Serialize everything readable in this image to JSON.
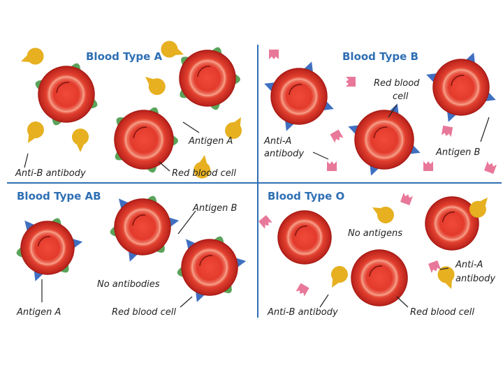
{
  "colors": {
    "divider": "#2f6fb3",
    "title": "#2f6fb3",
    "cell_rim": "#c7281e",
    "cell_center": "#e63a2e",
    "cell_ring": "#f08a78",
    "antigen_a": "#5aa35a",
    "antigen_b": "#3f6fc0",
    "anti_b_antibody": "#e6b020",
    "anti_a_antibody": "#e8789a"
  },
  "panels": {
    "a": {
      "title": "Blood Type A",
      "labels": {
        "antigen": "Antigen A",
        "antibody": "Anti-B antibody",
        "cell": "Red blood cell"
      }
    },
    "b": {
      "title": "Blood Type B",
      "labels": {
        "cell_1": "Red blood",
        "cell_2": "cell",
        "antibody_1": "Anti-A",
        "antibody_2": "antibody",
        "antigen": "Antigen B"
      }
    },
    "ab": {
      "title": "Blood Type AB",
      "labels": {
        "antigen_b": "Antigen B",
        "none": "No antibodies",
        "antigen_a": "Antigen A",
        "cell": "Red blood cell"
      }
    },
    "o": {
      "title": "Blood Type O",
      "labels": {
        "none": "No antigens",
        "anti_a_1": "Anti-A",
        "anti_a_2": "antibody",
        "anti_b": "Anti-B antibody",
        "cell": "Red blood cell"
      }
    }
  }
}
